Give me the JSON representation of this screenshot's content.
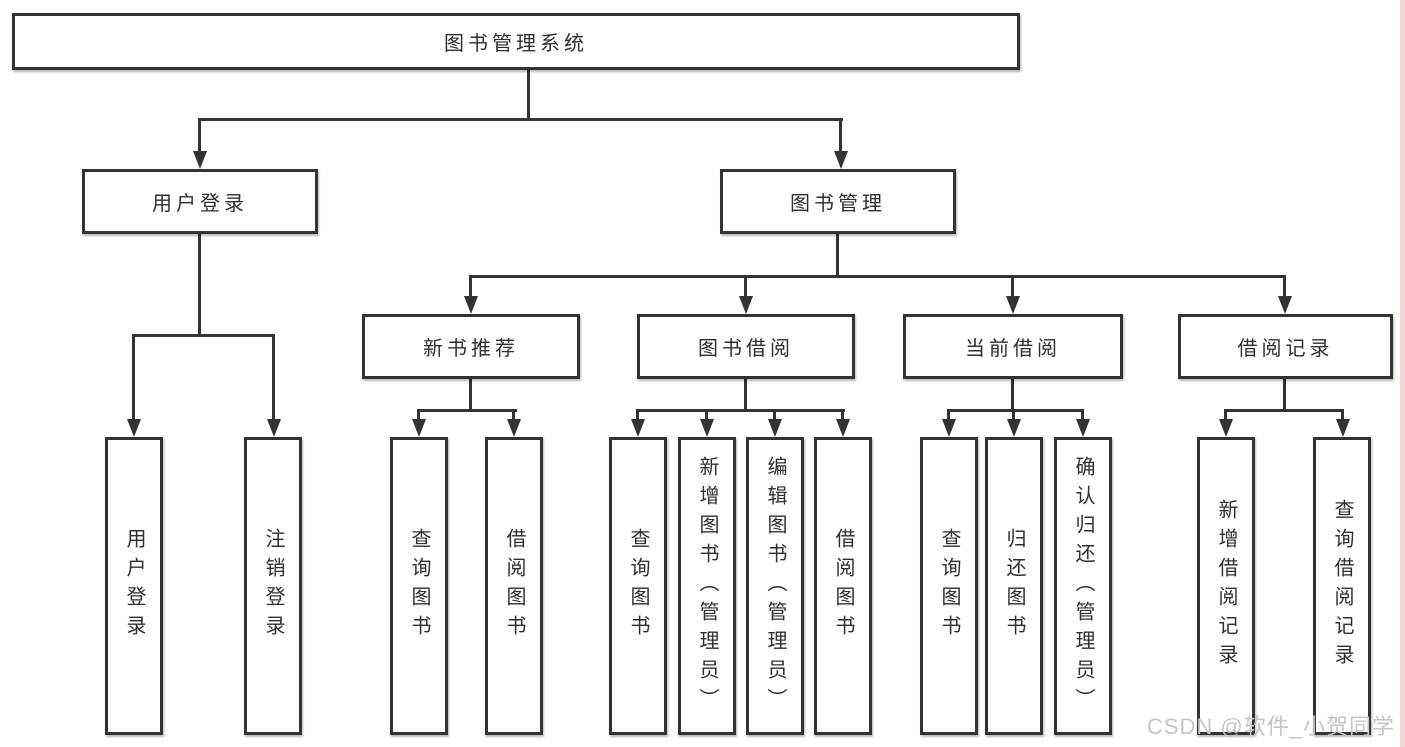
{
  "diagram": {
    "root": {
      "label": "图书管理系统",
      "children": [
        {
          "label": "用户登录",
          "children": [
            {
              "label": "用户登录"
            },
            {
              "label": "注销登录"
            }
          ]
        },
        {
          "label": "图书管理",
          "children": [
            {
              "label": "新书推荐",
              "children": [
                {
                  "label": "查询图书"
                },
                {
                  "label": "借阅图书"
                }
              ]
            },
            {
              "label": "图书借阅",
              "children": [
                {
                  "label": "查询图书"
                },
                {
                  "label": "新增图书（管理员）"
                },
                {
                  "label": "编辑图书（管理员）"
                },
                {
                  "label": "借阅图书"
                }
              ]
            },
            {
              "label": "当前借阅",
              "children": [
                {
                  "label": "查询图书"
                },
                {
                  "label": "归还图书"
                },
                {
                  "label": "确认归还（管理员）"
                }
              ]
            },
            {
              "label": "借阅记录",
              "children": [
                {
                  "label": "新增借阅记录"
                },
                {
                  "label": "查询借阅记录"
                }
              ]
            }
          ]
        }
      ]
    }
  },
  "watermark": "CSDN @软件_小贺同学",
  "colors": {
    "line": "#333333",
    "text": "#2f2f2f",
    "watermark": "#c6c6c6",
    "edge_strip": "#f3d5d8",
    "background": "#ffffff"
  }
}
